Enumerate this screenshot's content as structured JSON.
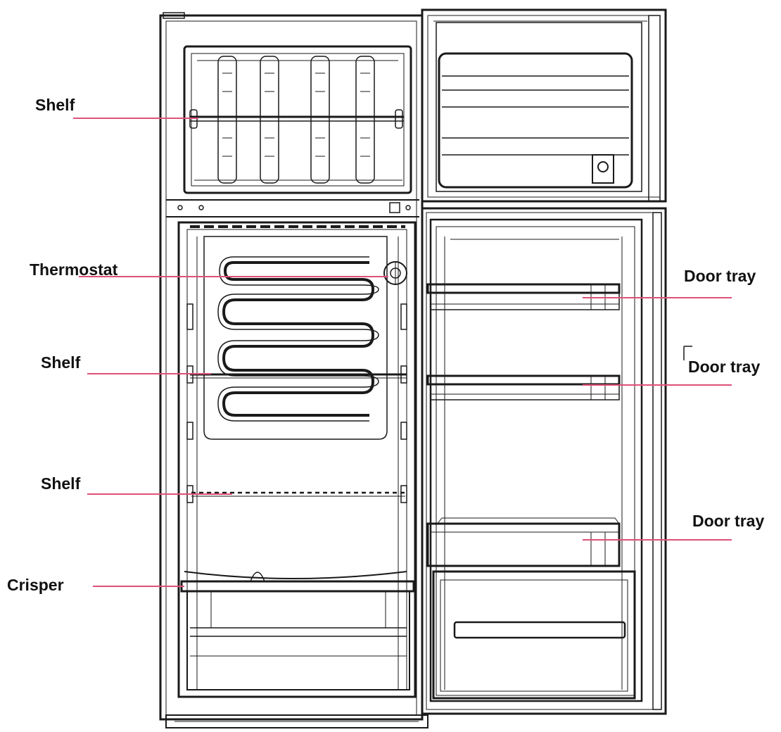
{
  "colors": {
    "leader_line": "#e0507a",
    "outline": "#1a1a1a",
    "background": "#ffffff"
  },
  "labels": {
    "shelf_top": "Shelf",
    "thermostat": "Thermostat",
    "shelf_middle": "Shelf",
    "shelf_lower": "Shelf",
    "crisper": "Crisper",
    "door_tray_1": "Door tray",
    "door_tray_2": "Door tray",
    "door_tray_3": "Door tray"
  }
}
